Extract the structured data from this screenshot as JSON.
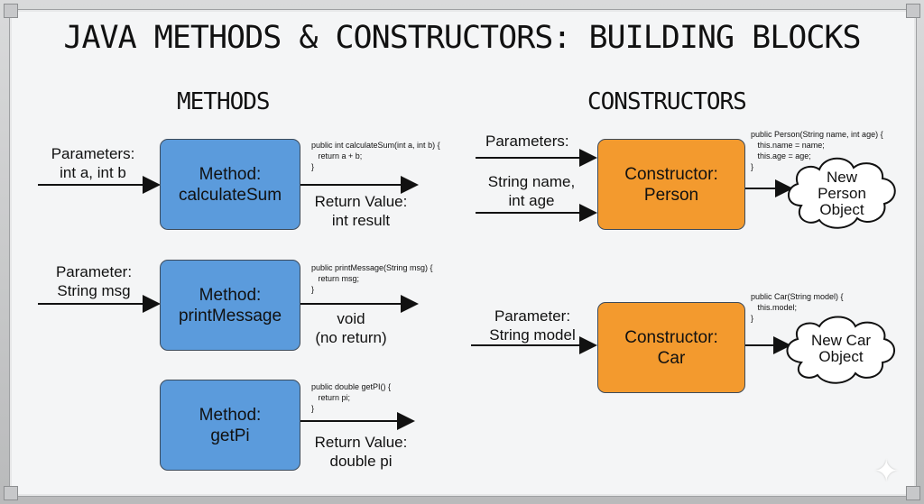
{
  "title": "JAVA METHODS & CONSTRUCTORS: BUILDING BLOCKS",
  "methods_heading": "METHODS",
  "constructors_heading": "CONSTRUCTORS",
  "methods": [
    {
      "input_label": [
        "Parameters:",
        "int a, int b"
      ],
      "box": [
        "Method:",
        "calculateSum"
      ],
      "code": "public int calculateSum(int a, int b) {\n   return a + b;\n}",
      "output_label": [
        "Return Value:",
        "int result"
      ]
    },
    {
      "input_label": [
        "Parameter:",
        "String msg"
      ],
      "box": [
        "Method:",
        "printMessage"
      ],
      "code": "public printMessage(String msg) {\n   return msg;\n}",
      "output_label": [
        "void",
        "(no return)"
      ]
    },
    {
      "box": [
        "Method:",
        "getPi"
      ],
      "code": "public double getPI() {\n   return pi;\n}",
      "output_label": [
        "Return Value:",
        "double pi"
      ]
    }
  ],
  "constructors": [
    {
      "input_label_1": "Parameters:",
      "input_label_2": [
        "String name,",
        "int age"
      ],
      "box": [
        "Constructor:",
        "Person"
      ],
      "code": "public Person(String name, int age) {\n   this.name = name;\n   this.age = age;\n}",
      "result": [
        "New",
        "Person",
        "Object"
      ]
    },
    {
      "input_label": [
        "Parameter:",
        "String model"
      ],
      "box": [
        "Constructor:",
        "Car"
      ],
      "code": "public Car(String model) {\n   this.model;\n}",
      "result": [
        "New Car",
        "Object"
      ]
    }
  ],
  "colors": {
    "method_box": "#5b9bdc",
    "constructor_box": "#f39a2e",
    "board": "#f4f5f6"
  },
  "icons": [
    "sparkle-icon"
  ]
}
